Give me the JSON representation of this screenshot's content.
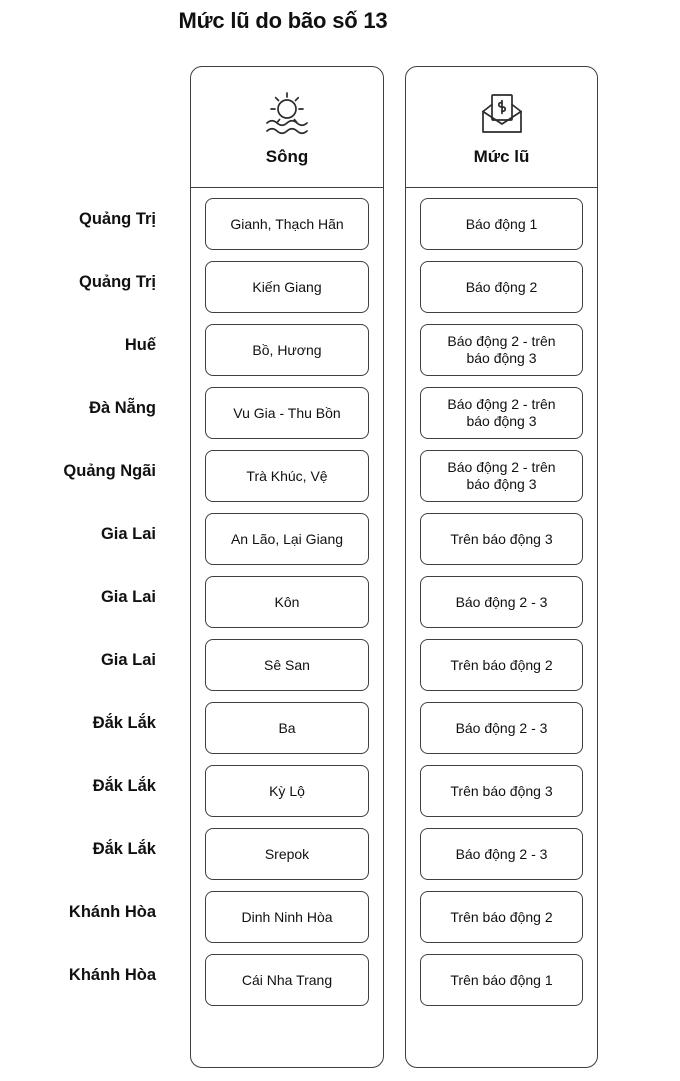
{
  "title": "Mức lũ do bão số 13",
  "columns": [
    {
      "key": "song",
      "label": "Sông",
      "icon": "sun-over-water-icon"
    },
    {
      "key": "mucl",
      "label": "Mức lũ",
      "icon": "envelope-document-icon"
    }
  ],
  "row_labels": [
    "Quảng Trị",
    "Quảng Trị",
    "Huế",
    "Đà Nẵng",
    "Quảng Ngãi",
    "Gia Lai",
    "Gia Lai",
    "Gia Lai",
    "Đắk Lắk",
    "Đắk Lắk",
    "Đắk Lắk",
    "Khánh Hòa",
    "Khánh Hòa"
  ],
  "song_values": [
    "Gianh, Thạch Hãn",
    "Kiến Giang",
    "Bồ, Hương",
    "Vu Gia - Thu Bồn",
    "Trà Khúc, Vệ",
    "An Lão, Lại Giang",
    "Kôn",
    "Sê San",
    "Ba",
    "Kỳ Lộ",
    "Srepok",
    "Dinh Ninh Hòa",
    "Cái Nha Trang"
  ],
  "mucl_values": [
    "Báo động 1",
    "Báo động 2",
    "Báo động 2 - trên\nbáo động 3",
    "Báo động 2 - trên\nbáo động 3",
    "Báo động 2 - trên\nbáo động 3",
    "Trên báo động 3",
    "Báo động 2 - 3",
    "Trên báo động 2",
    "Báo động 2 - 3",
    "Trên báo động 3",
    "Báo động 2 - 3",
    "Trên báo động 2",
    "Trên báo động 1"
  ],
  "chart_data": {
    "type": "table",
    "title": "Mức lũ do bão số 13",
    "columns": [
      "",
      "Sông",
      "Mức lũ"
    ],
    "rows": [
      [
        "Quảng Trị",
        "Gianh, Thạch Hãn",
        "Báo động 1"
      ],
      [
        "Quảng Trị",
        "Kiến Giang",
        "Báo động 2"
      ],
      [
        "Huế",
        "Bồ, Hương",
        "Báo động 2 - trên báo động 3"
      ],
      [
        "Đà Nẵng",
        "Vu Gia - Thu Bồn",
        "Báo động 2 - trên báo động 3"
      ],
      [
        "Quảng Ngãi",
        "Trà Khúc, Vệ",
        "Báo động 2 - trên báo động 3"
      ],
      [
        "Gia Lai",
        "An Lão, Lại Giang",
        "Trên báo động 3"
      ],
      [
        "Gia Lai",
        "Kôn",
        "Báo động 2 - 3"
      ],
      [
        "Gia Lai",
        "Sê San",
        "Trên báo động 2"
      ],
      [
        "Đắk Lắk",
        "Ba",
        "Báo động 2 - 3"
      ],
      [
        "Đắk Lắk",
        "Kỳ Lộ",
        "Trên báo động 3"
      ],
      [
        "Đắk Lắk",
        "Srepok",
        "Báo động 2 - 3"
      ],
      [
        "Khánh Hòa",
        "Dinh Ninh Hòa",
        "Trên báo động 2"
      ],
      [
        "Khánh Hòa",
        "Cái Nha Trang",
        "Trên báo động 1"
      ]
    ],
    "legend": [],
    "grid": false
  },
  "colors": {
    "background": "#ffffff",
    "border": "#3f3f3f",
    "text": "#111111"
  }
}
